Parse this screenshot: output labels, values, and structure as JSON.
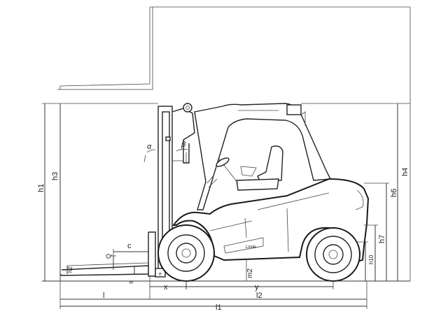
{
  "diagram": {
    "labels": {
      "h1": "h1",
      "h3": "h3",
      "h4": "h4",
      "h6": "h6",
      "h7": "h7",
      "h10": "h10",
      "h2": "h2",
      "alpha": "α",
      "beta": "β",
      "Q": "Q",
      "c": "c",
      "s": "s",
      "e": "e",
      "x": "x",
      "y": "y",
      "m2": "m2",
      "l": "l",
      "l1": "l1",
      "l2": "l2",
      "brand": "Linde"
    }
  }
}
